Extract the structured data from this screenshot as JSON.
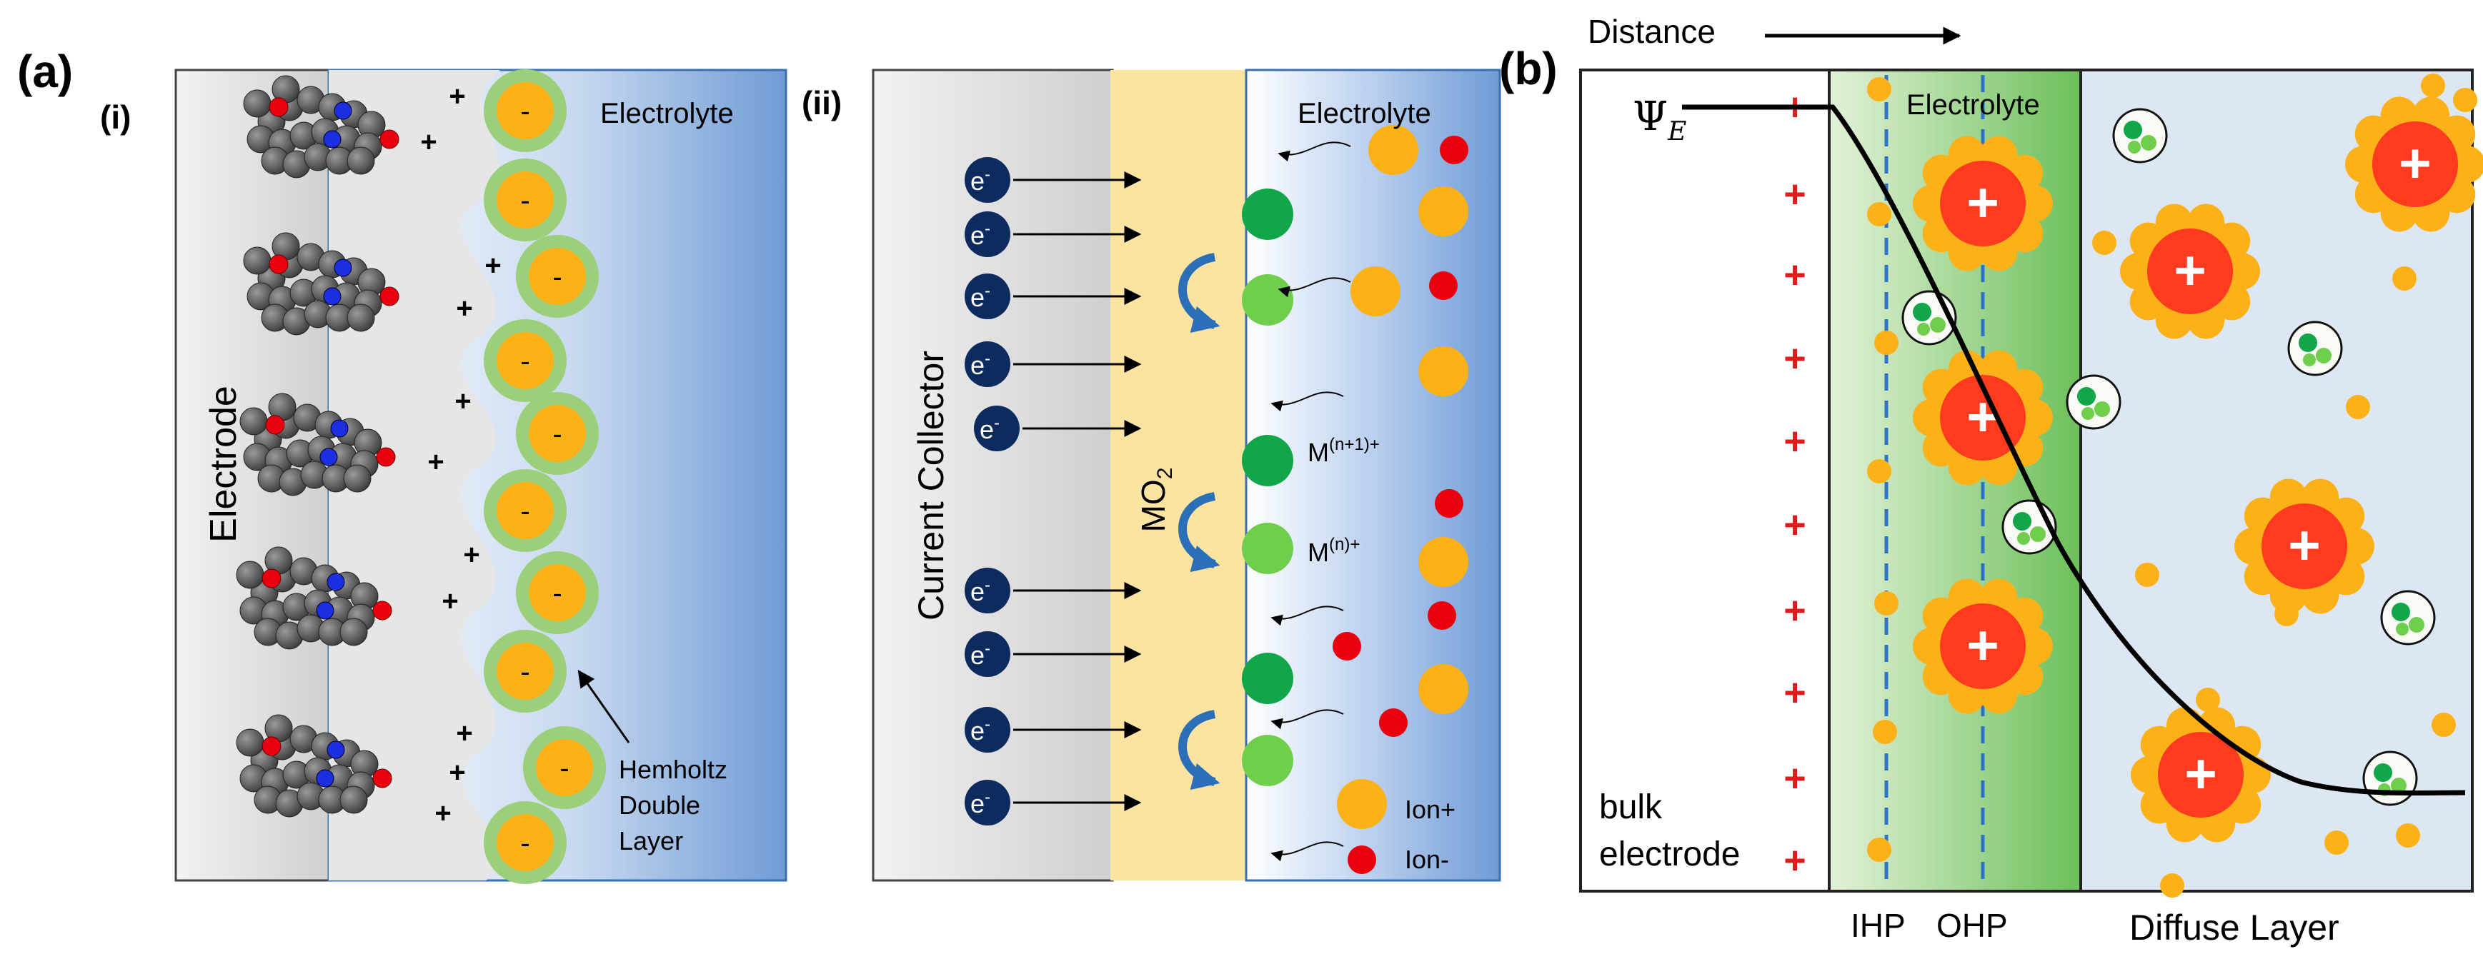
{
  "panel_a": {
    "label": "(a)",
    "sub_i": {
      "label": "(i)",
      "electrode_label": "Electrode",
      "electrolyte_label": "Electrolyte",
      "anion_sign": "-",
      "adsorbed_sign": "+",
      "annotation_line1": "Hemholtz",
      "annotation_line2": "Double",
      "annotation_line3": "Layer"
    },
    "sub_ii": {
      "label": "(ii)",
      "collector_label": "Current Collector",
      "oxide_label_main": "MO",
      "oxide_label_sub": "2",
      "electrolyte_label": "Electrolyte",
      "electron_base": "e",
      "electron_sup": "-",
      "oxidized_base": "M",
      "oxidized_sup": "(n+1)+",
      "reduced_base": "M",
      "reduced_sup": "(n)+",
      "ion_plus_label": "Ion+",
      "ion_minus_label": "Ion-"
    }
  },
  "panel_b": {
    "label": "(b)",
    "distance_label": "Distance",
    "potential_base": "Ψ",
    "potential_sub": "E",
    "electrolyte_label": "Electrolyte",
    "bulk_line1": "bulk",
    "bulk_line2": "electrode",
    "ihp_label": "IHP",
    "ohp_label": "OHP",
    "diffuse_label": "Diffuse Layer",
    "charge_sign": "+"
  },
  "colors": {
    "electrolyte_blue": "#6f9bd6",
    "ion_orange": "#fbb117",
    "ion_red": "#e8000f",
    "cation_red": "#ff3b1f",
    "electron_navy": "#0d2b5e",
    "mo2_yellow": "#fbe3a2",
    "shell_green": "#9ccf7a",
    "dark_green": "#12a64a",
    "light_green": "#6fcf4c",
    "dashed_blue": "#2f73c6",
    "charge_red": "#e01b1b"
  }
}
